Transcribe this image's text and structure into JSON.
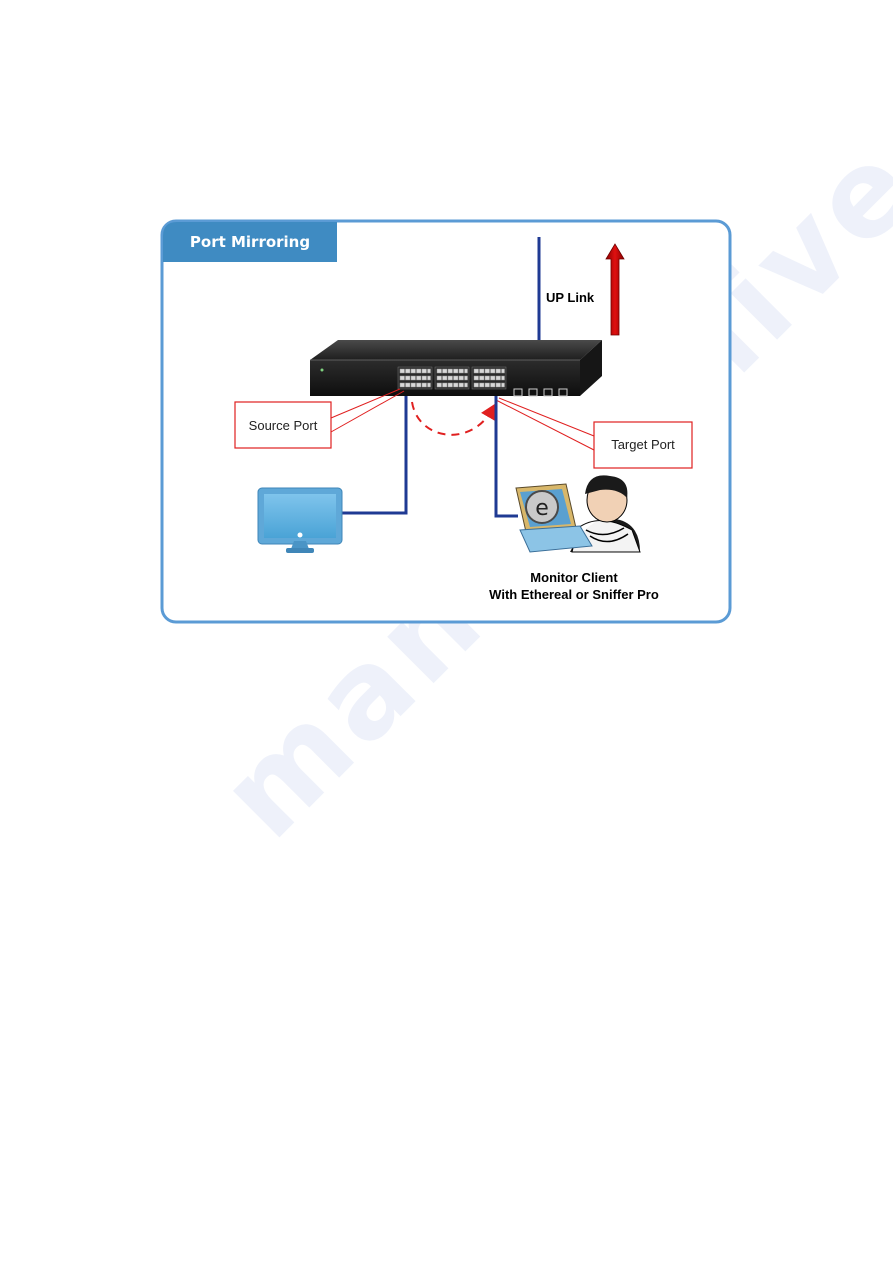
{
  "panel": {
    "title": "Port Mirroring"
  },
  "labels": {
    "uplink": "UP Link",
    "source_port": "Source Port",
    "target_port": "Target Port",
    "monitor_line1": "Monitor Client",
    "monitor_line2": "With Ethereal or Sniffer Pro"
  },
  "laptop_logo_letter": "e",
  "watermark": "manualshive",
  "colors": {
    "panel_border": "#5b9bd5",
    "title_tab": "#3f8bc2",
    "cable": "#1f3a93",
    "callout_border": "#e02020",
    "uplink_arrow": "#cc0000",
    "mirror_arrow": "#e02020"
  },
  "icons": [
    "network-switch-icon",
    "desktop-computer-icon",
    "laptop-user-icon",
    "up-arrow-icon"
  ]
}
